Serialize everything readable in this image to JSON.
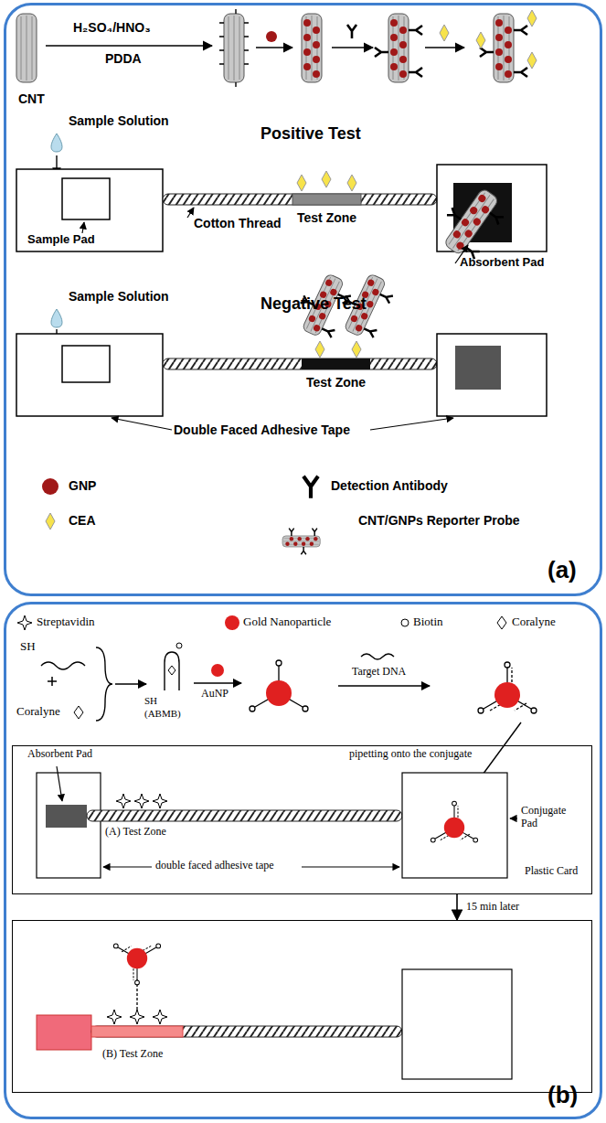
{
  "diagram": {
    "nodes": [
      {
        "text": [
          "(a)"
        ]
      },
      {
        "text": [
          "(b)"
        ]
      },
      {
        "text": [
          "Plastic Card"
        ],
        "in": 1
      },
      {
        "text": [
          "(B) Test Zone"
        ],
        "in": 1
      }
    ],
    "edges": [
      {
        "from": 2,
        "to": 3,
        "label": "15 min later",
        "arrow": "to"
      }
    ],
    "labels": [
      "H₂SO₄/HNO₃",
      "PDDA",
      "CNT",
      "Sample Solution",
      "Positive Test",
      "Test Zone",
      "Cotton Thread",
      "Sample Pad",
      "Absorbent Pad",
      "Sample Solution",
      "Negative Test",
      "Test Zone",
      "Double Faced Adhesive Tape",
      "SH",
      "Coralyne",
      "SH",
      "(ABMB)",
      "AuNP",
      "Target DNA",
      "Absorbent Pad",
      "(A) Test Zone",
      "pipetting onto the conjugate",
      "Conjugate Pad",
      "double faced adhesive tape"
    ],
    "legend": [
      {
        "text": "GNP"
      },
      {
        "text": "CEA"
      },
      {
        "text": "Detection Antibody"
      },
      {
        "text": "CNT/GNPs Reporter Probe"
      },
      {
        "text": "Streptavidin"
      },
      {
        "text": "Gold Nanoparticle"
      },
      {
        "text": "Biotin"
      },
      {
        "text": "Coralyne"
      }
    ]
  }
}
